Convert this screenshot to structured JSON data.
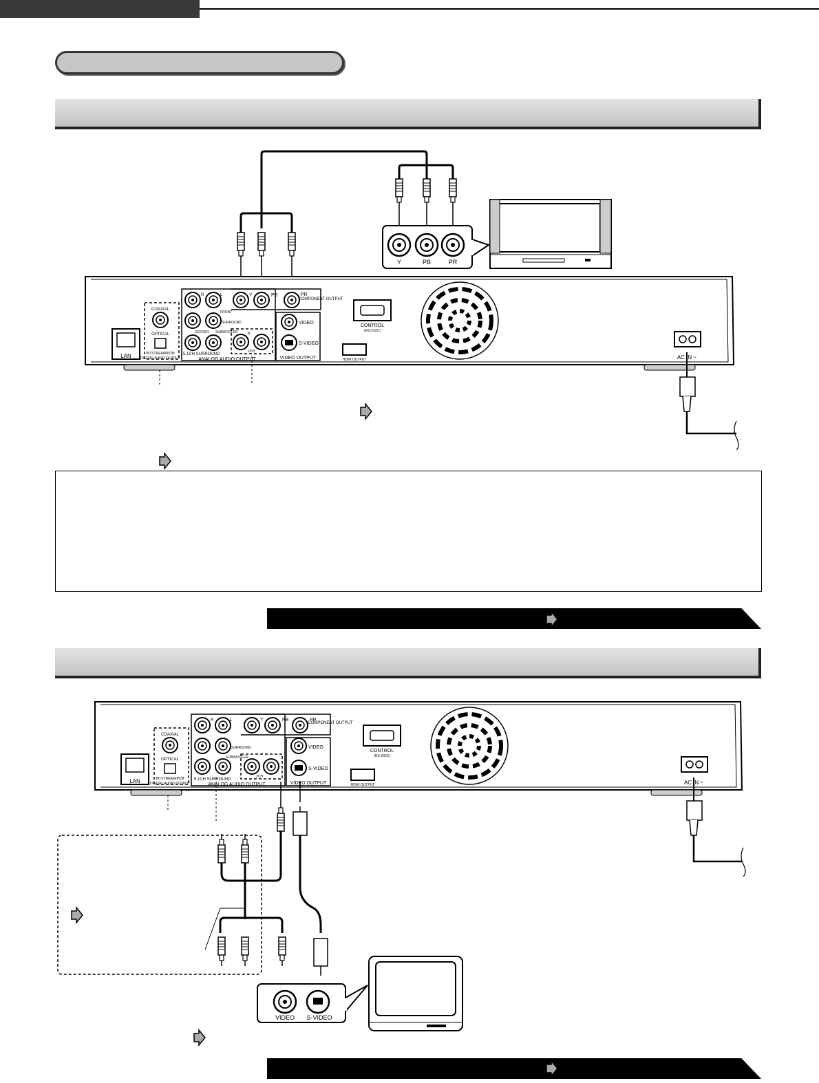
{
  "labels": {
    "lan": "LAN",
    "coaxial": "COAXIAL",
    "optical": "OPTICAL",
    "bitstream_pcm": "BITSTREAM/PCM",
    "digital_audio_output": "DIGITAL AUDIO OUTPUT",
    "r": "R",
    "l": "L",
    "front": "FRONT",
    "surround": "SURROUND",
    "center": "CENTER",
    "subwoofer": "SUBWOOFER",
    "ch2": "2CH",
    "ch51_surround": "5.1CH SURROUND",
    "analog_audio_output": "ANALOG AUDIO OUTPUT",
    "y": "Y",
    "pb": "PB",
    "pr": "PR",
    "component_output": "COMPONENT OUTPUT",
    "video": "VIDEO",
    "s_video": "S-VIDEO",
    "video_output": "VIDEO OUTPUT",
    "control": "CONTROL",
    "rs232c": "(RS-232C)",
    "hdmi_output": "HDMI OUTPUT",
    "ac_in": "AC IN ~"
  },
  "colors": {
    "ink": "#000000",
    "panel_fill": "#ffffff",
    "header_bar": "#c8c8c8",
    "top_tab": "#3a3a3a"
  }
}
